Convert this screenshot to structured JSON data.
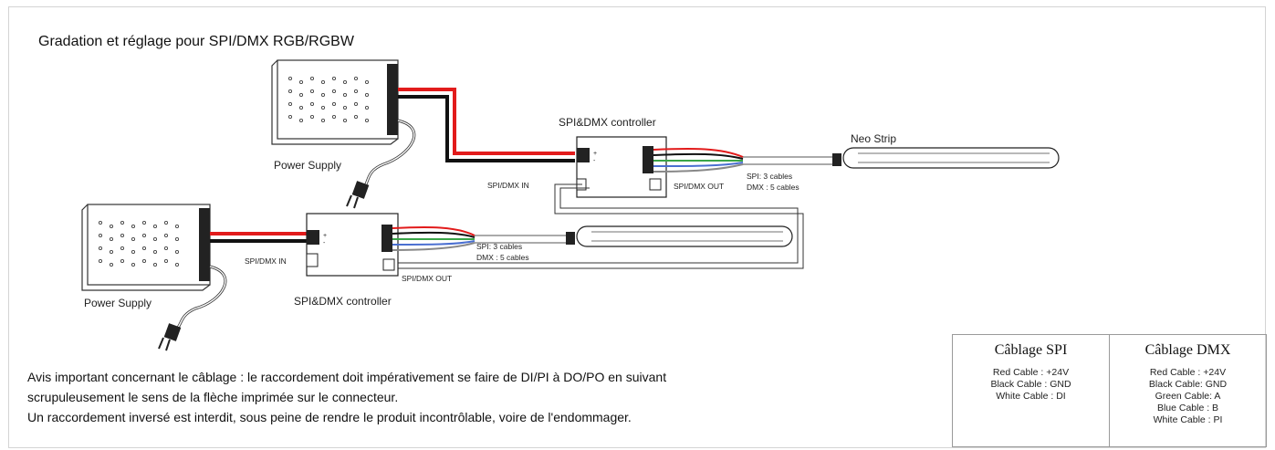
{
  "page": {
    "title": "Gradation et réglage pour SPI/DMX RGB/RGBW"
  },
  "diagram": {
    "top": {
      "power_supply_label": "Power Supply",
      "controller_label": "SPI&DMX controller",
      "strip_label": "Neo Strip",
      "in_label": "SPI/DMX IN",
      "out_label": "SPI/DMX  OUT",
      "spi_cables": "SPI: 3 cables",
      "dmx_cables": "DMX : 5 cables"
    },
    "bottom": {
      "power_supply_label": "Power Supply",
      "controller_label": "SPI&DMX controller",
      "in_label": "SPI/DMX IN",
      "out_label": "SPI/DMX  OUT",
      "spi_cables": "SPI: 3 cables",
      "dmx_cables": "DMX : 5 cables"
    },
    "colors": {
      "red_wire": "#e21b1b",
      "black_wire": "#111111",
      "green_wire": "#3aa548",
      "blue_wire": "#4a6fd1",
      "outline": "#222222"
    }
  },
  "notice": {
    "line1": "Avis important concernant le câblage : le raccordement doit impérativement se faire de DI/PI à DO/PO en suivant",
    "line2": "scrupuleusement le sens de la flèche imprimée sur le connecteur.",
    "line3": "Un raccordement inversé est interdit, sous peine de rendre le produit incontrôlable, voire de l'endommager."
  },
  "wiring_table": {
    "spi": {
      "title": "Câblage SPI",
      "lines": [
        "Red Cable : +24V",
        "Black Cable : GND",
        "White Cable : DI"
      ]
    },
    "dmx": {
      "title": "Câblage DMX",
      "lines": [
        "Red Cable : +24V",
        "Black Cable:  GND",
        "Green Cable:  A",
        "Blue Cable : B",
        "White Cable : PI"
      ]
    }
  }
}
